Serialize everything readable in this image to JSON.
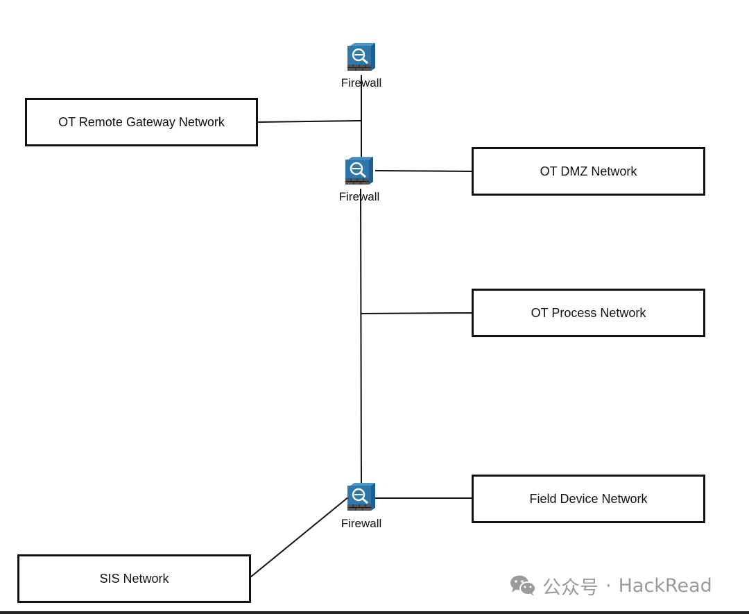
{
  "networks": {
    "remote_gateway": "OT Remote Gateway Network",
    "dmz": "OT DMZ Network",
    "process": "OT Process Network",
    "field_device": "Field Device Network",
    "sis": "SIS Network"
  },
  "firewalls": [
    {
      "label": "Firewall",
      "icon": "firewall-icon"
    },
    {
      "label": "Firewall",
      "icon": "firewall-icon"
    },
    {
      "label": "Firewall",
      "icon": "firewall-icon"
    }
  ],
  "colors": {
    "line": "#111111",
    "firewall_body": "#1f5f8f",
    "firewall_face": "#2f77ab",
    "firewall_top": "#4d95c6",
    "watermark": "#9a9a9a"
  },
  "watermark": {
    "channel": "公众号",
    "separator": "·",
    "account": "HackRead",
    "icon": "wechat-icon"
  }
}
